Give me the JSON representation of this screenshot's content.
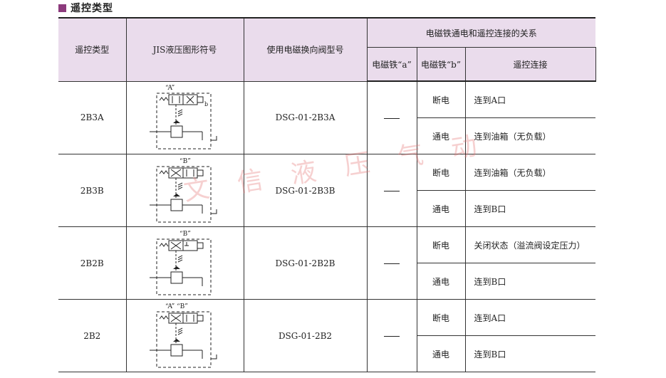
{
  "section_title": "遥控类型",
  "watermark": "文信液压气动",
  "headers": {
    "col_type": "遥控类型",
    "col_symbol": "JIS液压图形符号",
    "col_model": "使用电磁换向阀型号",
    "col_relation": "电磁铁通电和遥控连接的关系",
    "col_sol_a": "电磁铁“a”",
    "col_sol_b": "电磁铁“b”",
    "col_connection": "遥控连接"
  },
  "rows": [
    {
      "type": "2B3A",
      "symbol_label": "“A”",
      "model": "DSG-01-2B3A",
      "sol_a": "",
      "states": [
        {
          "sol_b": "断电",
          "connection": "连到A口"
        },
        {
          "sol_b": "通电",
          "connection": "连到油箱（无负载）"
        }
      ]
    },
    {
      "type": "2B3B",
      "symbol_label": "“B”",
      "model": "DSG-01-2B3B",
      "sol_a": "",
      "states": [
        {
          "sol_b": "断电",
          "connection": "连到油箱（无负载）"
        },
        {
          "sol_b": "通电",
          "connection": "连到B口"
        }
      ]
    },
    {
      "type": "2B2B",
      "symbol_label": "“B”",
      "model": "DSG-01-2B2B",
      "sol_a": "",
      "states": [
        {
          "sol_b": "断电",
          "connection": "关闭状态（溢流阀设定压力）"
        },
        {
          "sol_b": "通电",
          "connection": "连到B口"
        }
      ]
    },
    {
      "type": "2B2",
      "symbol_label": "“A” “B”",
      "model": "DSG-01-2B2",
      "sol_a": "",
      "states": [
        {
          "sol_b": "断电",
          "connection": "连到A口"
        },
        {
          "sol_b": "通电",
          "connection": "连到B口"
        }
      ]
    }
  ]
}
